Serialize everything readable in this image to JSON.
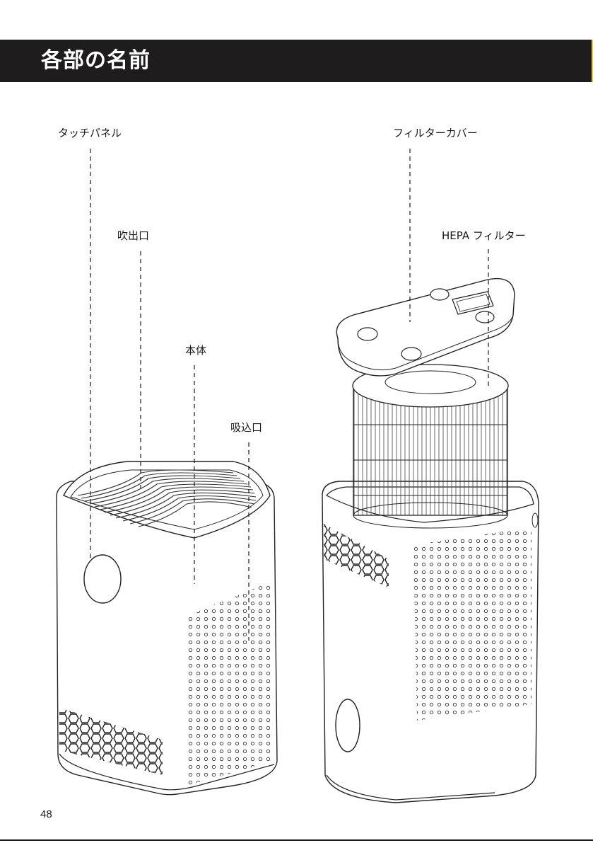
{
  "header": {
    "title": "各部の名前"
  },
  "labels": {
    "touch_panel": "タッチパネル",
    "outlet": "吹出口",
    "body": "本体",
    "inlet": "吸込口",
    "filter_cover": "フィルターカバー",
    "hepa_filter": "HEPA フィルター"
  },
  "page": {
    "number": "48"
  },
  "colors": {
    "header_bg": "#1e1c1c",
    "header_text": "#ffffff",
    "line": "#1a1a1a"
  }
}
